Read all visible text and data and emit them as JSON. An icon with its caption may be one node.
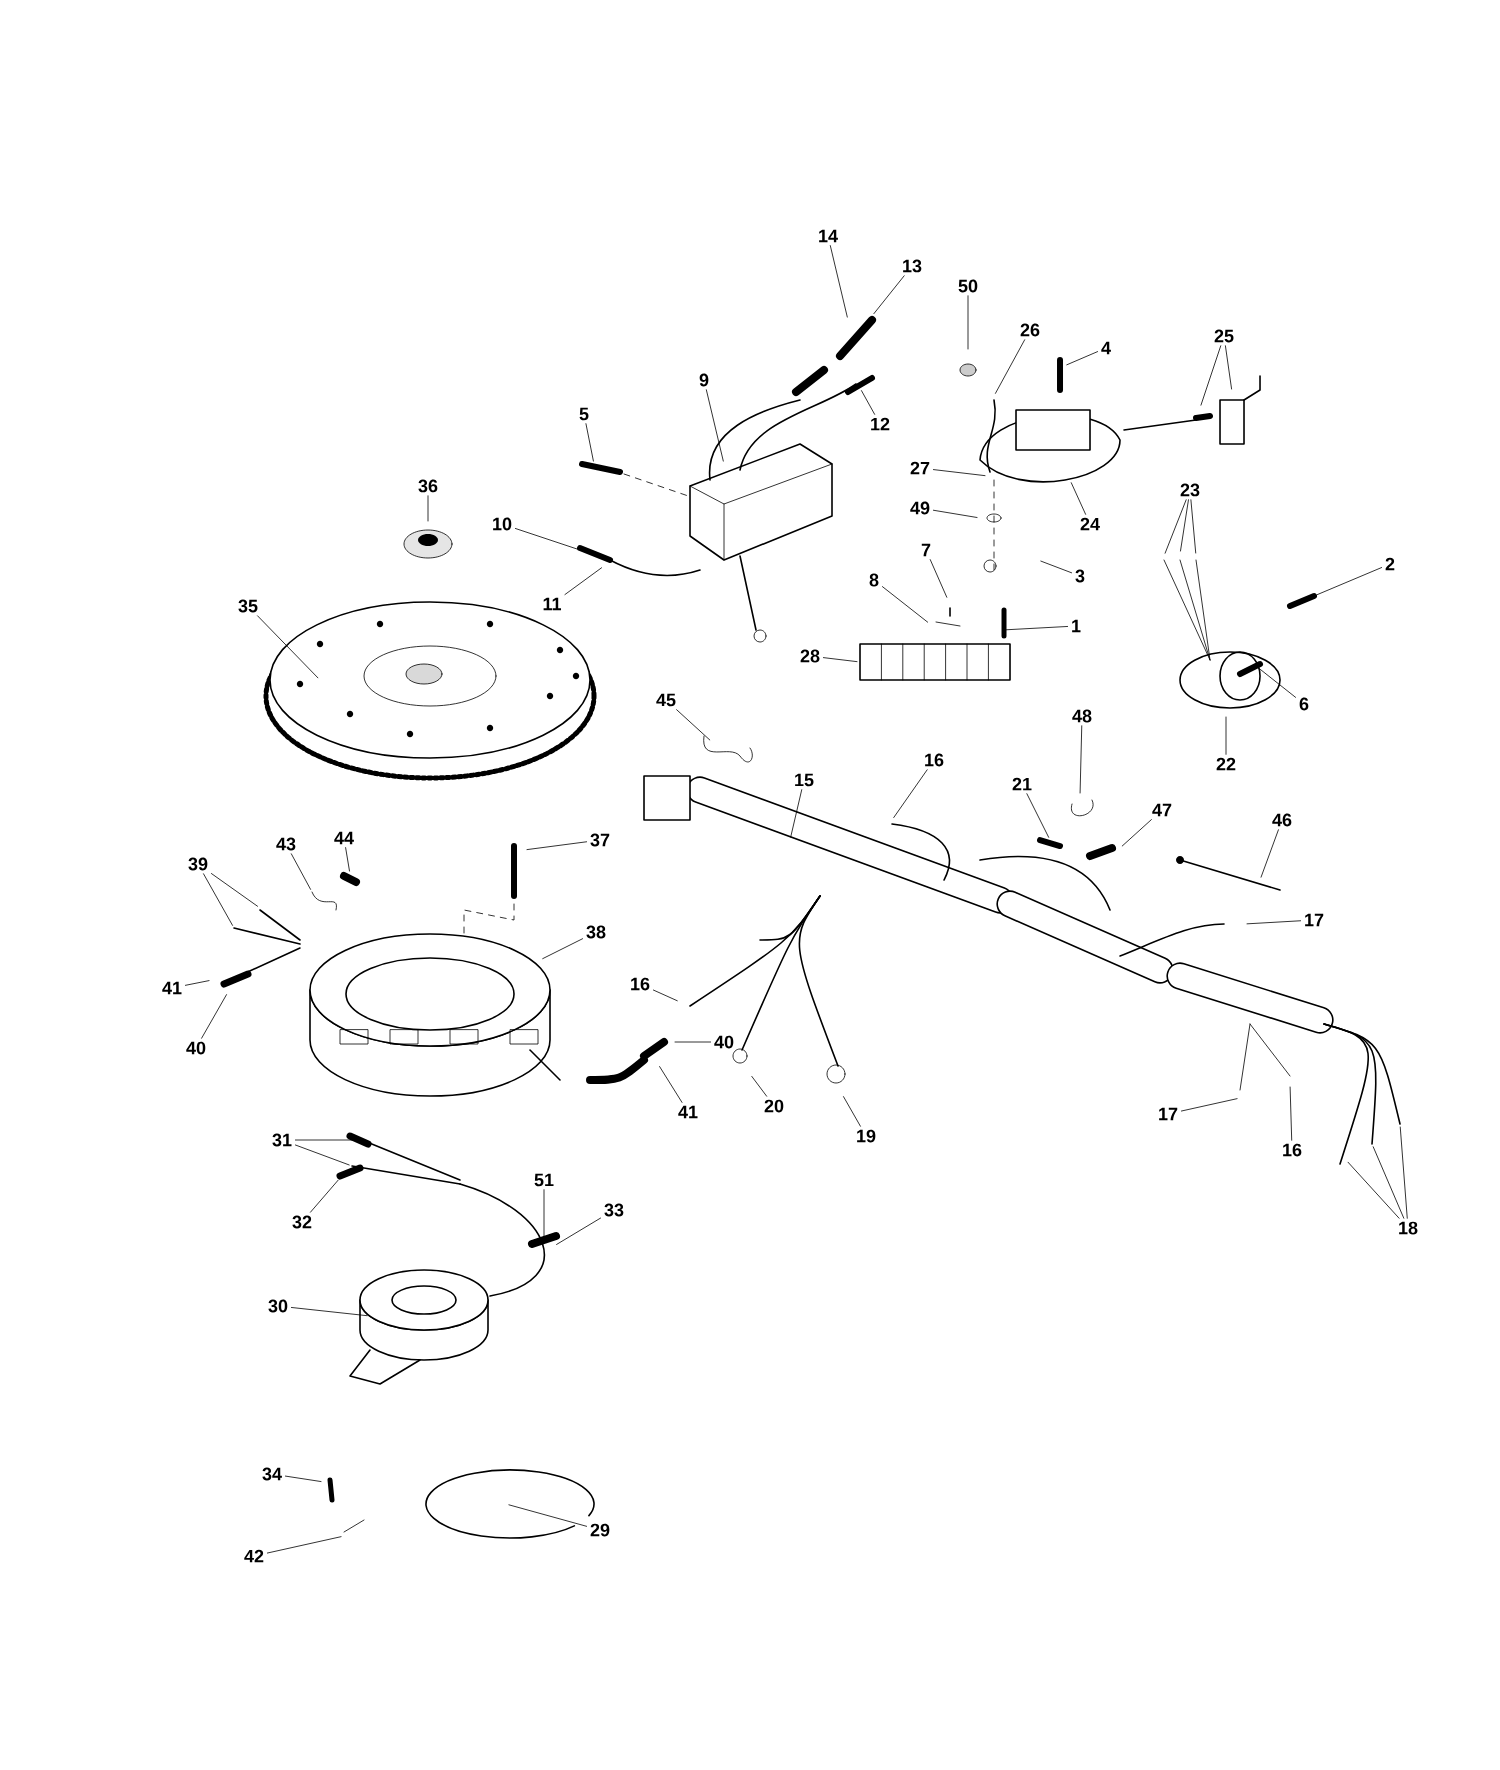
{
  "diagram": {
    "nodes": [
      {
        "text": [
          "14"
        ]
      },
      {
        "text": [
          "13"
        ]
      },
      {
        "text": [
          "50"
        ]
      },
      {
        "text": [
          "26"
        ]
      },
      {
        "text": [
          "4"
        ]
      },
      {
        "text": [
          "25"
        ]
      },
      {
        "text": [
          "9"
        ]
      },
      {
        "text": [
          "12"
        ]
      },
      {
        "text": [
          "5"
        ]
      },
      {
        "text": [
          "27"
        ]
      },
      {
        "text": [
          "24"
        ]
      },
      {
        "text": [
          "49"
        ]
      },
      {
        "text": [
          "36"
        ]
      },
      {
        "text": [
          "23"
        ]
      },
      {
        "text": [
          "10"
        ]
      },
      {
        "text": [
          "3"
        ]
      },
      {
        "text": [
          "7"
        ]
      },
      {
        "text": [
          "2"
        ]
      },
      {
        "text": [
          "11"
        ]
      },
      {
        "text": [
          "8"
        ]
      },
      {
        "text": [
          "35"
        ]
      },
      {
        "text": [
          "1"
        ]
      },
      {
        "text": [
          "28"
        ]
      },
      {
        "text": [
          "6"
        ]
      },
      {
        "text": [
          "45"
        ]
      },
      {
        "text": [
          "48"
        ]
      },
      {
        "text": [
          "22"
        ]
      },
      {
        "text": [
          "15"
        ]
      },
      {
        "text": [
          "16"
        ]
      },
      {
        "text": [
          "21"
        ]
      },
      {
        "text": [
          "47"
        ]
      },
      {
        "text": [
          "46"
        ]
      },
      {
        "text": [
          "43"
        ]
      },
      {
        "text": [
          "44"
        ]
      },
      {
        "text": [
          "37"
        ]
      },
      {
        "text": [
          "39"
        ]
      },
      {
        "text": [
          "17"
        ]
      },
      {
        "text": [
          "38"
        ]
      },
      {
        "text": [
          "41"
        ]
      },
      {
        "text": [
          "16"
        ]
      },
      {
        "text": [
          "40"
        ]
      },
      {
        "text": [
          "40"
        ]
      },
      {
        "text": [
          "41"
        ]
      },
      {
        "text": [
          "20"
        ]
      },
      {
        "text": [
          "19"
        ]
      },
      {
        "text": [
          "17"
        ]
      },
      {
        "text": [
          "16"
        ]
      },
      {
        "text": [
          "31"
        ]
      },
      {
        "text": [
          "51"
        ]
      },
      {
        "text": [
          "33"
        ]
      },
      {
        "text": [
          "18"
        ]
      },
      {
        "text": [
          "32"
        ]
      },
      {
        "text": [
          "30"
        ]
      },
      {
        "text": [
          "34"
        ]
      },
      {
        "text": [
          "29"
        ]
      },
      {
        "text": [
          "42"
        ]
      }
    ],
    "edges": [
      {
        "from": 0,
        "to": null,
        "arrow": "none"
      },
      {
        "from": 1,
        "to": null,
        "arrow": "none"
      },
      {
        "from": 2,
        "to": null,
        "arrow": "none"
      },
      {
        "from": 3,
        "to": null,
        "arrow": "none"
      },
      {
        "from": 4,
        "to": null,
        "arrow": "none"
      },
      {
        "from": 5,
        "to": null,
        "arrow": "none"
      },
      {
        "from": 5,
        "to": null,
        "arrow": "none"
      },
      {
        "from": 6,
        "to": null,
        "arrow": "none"
      },
      {
        "from": 7,
        "to": null,
        "arrow": "none"
      },
      {
        "from": 8,
        "to": null,
        "arrow": "none"
      },
      {
        "from": 9,
        "to": null,
        "arrow": "none"
      },
      {
        "from": 10,
        "to": null,
        "arrow": "none"
      },
      {
        "from": 11,
        "to": null,
        "arrow": "none"
      },
      {
        "from": 12,
        "to": null,
        "arrow": "none"
      },
      {
        "from": 13,
        "to": null,
        "arrow": "none"
      },
      {
        "from": 13,
        "to": null,
        "arrow": "none"
      },
      {
        "from": 13,
        "to": null,
        "arrow": "none"
      },
      {
        "from": 14,
        "to": null,
        "arrow": "none"
      },
      {
        "from": 15,
        "to": null,
        "arrow": "none"
      },
      {
        "from": 16,
        "to": null,
        "arrow": "none"
      },
      {
        "from": 17,
        "to": null,
        "arrow": "none"
      },
      {
        "from": 18,
        "to": null,
        "arrow": "none"
      },
      {
        "from": 19,
        "to": null,
        "arrow": "none"
      },
      {
        "from": 20,
        "to": null,
        "arrow": "none"
      },
      {
        "from": 21,
        "to": null,
        "arrow": "none"
      },
      {
        "from": 22,
        "to": null,
        "arrow": "none"
      },
      {
        "from": 23,
        "to": null,
        "arrow": "none"
      },
      {
        "from": 24,
        "to": null,
        "arrow": "none"
      },
      {
        "from": 25,
        "to": null,
        "arrow": "none"
      },
      {
        "from": 26,
        "to": null,
        "arrow": "none"
      },
      {
        "from": 27,
        "to": null,
        "arrow": "none"
      },
      {
        "from": 28,
        "to": null,
        "arrow": "none"
      },
      {
        "from": 29,
        "to": null,
        "arrow": "none"
      },
      {
        "from": 30,
        "to": null,
        "arrow": "none"
      },
      {
        "from": 31,
        "to": null,
        "arrow": "none"
      },
      {
        "from": 32,
        "to": null,
        "arrow": "none"
      },
      {
        "from": 33,
        "to": null,
        "arrow": "none"
      },
      {
        "from": 34,
        "to": null,
        "arrow": "none"
      },
      {
        "from": 35,
        "to": null,
        "arrow": "none"
      },
      {
        "from": 35,
        "to": null,
        "arrow": "none"
      },
      {
        "from": 36,
        "to": null,
        "arrow": "none"
      },
      {
        "from": 37,
        "to": null,
        "arrow": "none"
      },
      {
        "from": 38,
        "to": null,
        "arrow": "none"
      },
      {
        "from": 39,
        "to": null,
        "arrow": "none"
      },
      {
        "from": 40,
        "to": null,
        "arrow": "none"
      },
      {
        "from": 41,
        "to": null,
        "arrow": "none"
      },
      {
        "from": 42,
        "to": null,
        "arrow": "none"
      },
      {
        "from": 43,
        "to": null,
        "arrow": "none"
      },
      {
        "from": 44,
        "to": null,
        "arrow": "none"
      },
      {
        "from": 45,
        "to": null,
        "arrow": "none"
      },
      {
        "from": 46,
        "to": null,
        "arrow": "none"
      },
      {
        "from": 47,
        "to": null,
        "arrow": "none"
      },
      {
        "from": 47,
        "to": null,
        "arrow": "none"
      },
      {
        "from": 48,
        "to": null,
        "arrow": "none"
      },
      {
        "from": 49,
        "to": null,
        "arrow": "none"
      },
      {
        "from": 50,
        "to": null,
        "arrow": "none"
      },
      {
        "from": 50,
        "to": null,
        "arrow": "none"
      },
      {
        "from": 50,
        "to": null,
        "arrow": "none"
      },
      {
        "from": 51,
        "to": null,
        "arrow": "none"
      },
      {
        "from": 52,
        "to": null,
        "arrow": "none"
      },
      {
        "from": 53,
        "to": null,
        "arrow": "none"
      },
      {
        "from": 54,
        "to": null,
        "arrow": "none"
      },
      {
        "from": 55,
        "to": null,
        "arrow": "none"
      }
    ]
  }
}
